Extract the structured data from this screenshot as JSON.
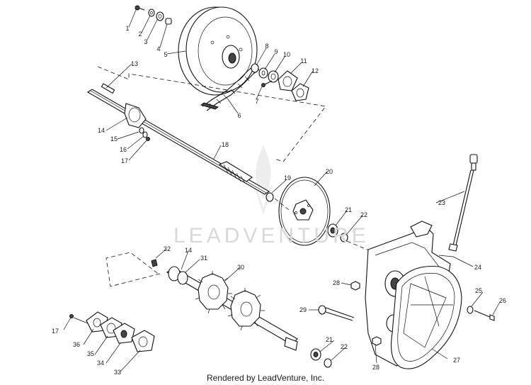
{
  "watermark": "LEADVENTURE",
  "footer": "Rendered by LeadVenture, Inc.",
  "callouts": [
    {
      "id": "c1",
      "text": "1"
    },
    {
      "id": "c2",
      "text": "2"
    },
    {
      "id": "c3",
      "text": "3"
    },
    {
      "id": "c4",
      "text": "4"
    },
    {
      "id": "c5",
      "text": "5"
    },
    {
      "id": "c6",
      "text": "6"
    },
    {
      "id": "c7",
      "text": "7"
    },
    {
      "id": "c8",
      "text": "8"
    },
    {
      "id": "c9",
      "text": "9"
    },
    {
      "id": "c10",
      "text": "10"
    },
    {
      "id": "c11",
      "text": "11"
    },
    {
      "id": "c12",
      "text": "12"
    },
    {
      "id": "c13",
      "text": "13"
    },
    {
      "id": "c14a",
      "text": "14"
    },
    {
      "id": "c15",
      "text": "15"
    },
    {
      "id": "c16",
      "text": "16"
    },
    {
      "id": "c17a",
      "text": "17"
    },
    {
      "id": "c18",
      "text": "18"
    },
    {
      "id": "c19",
      "text": "19"
    },
    {
      "id": "c20",
      "text": "20"
    },
    {
      "id": "c21a",
      "text": "21"
    },
    {
      "id": "c22a",
      "text": "22"
    },
    {
      "id": "c23",
      "text": "23"
    },
    {
      "id": "c24",
      "text": "24"
    },
    {
      "id": "c25",
      "text": "25"
    },
    {
      "id": "c26",
      "text": "26"
    },
    {
      "id": "c27",
      "text": "27"
    },
    {
      "id": "c28a",
      "text": "28"
    },
    {
      "id": "c29",
      "text": "29"
    },
    {
      "id": "c30",
      "text": "30"
    },
    {
      "id": "c31",
      "text": "31"
    },
    {
      "id": "c32",
      "text": "32"
    },
    {
      "id": "c14b",
      "text": "14"
    },
    {
      "id": "c17b",
      "text": "17"
    },
    {
      "id": "c36",
      "text": "36"
    },
    {
      "id": "c35",
      "text": "35"
    },
    {
      "id": "c34",
      "text": "34"
    },
    {
      "id": "c33",
      "text": "33"
    },
    {
      "id": "c21b",
      "text": "21"
    },
    {
      "id": "c22b",
      "text": "22"
    },
    {
      "id": "c28b",
      "text": "28"
    }
  ]
}
